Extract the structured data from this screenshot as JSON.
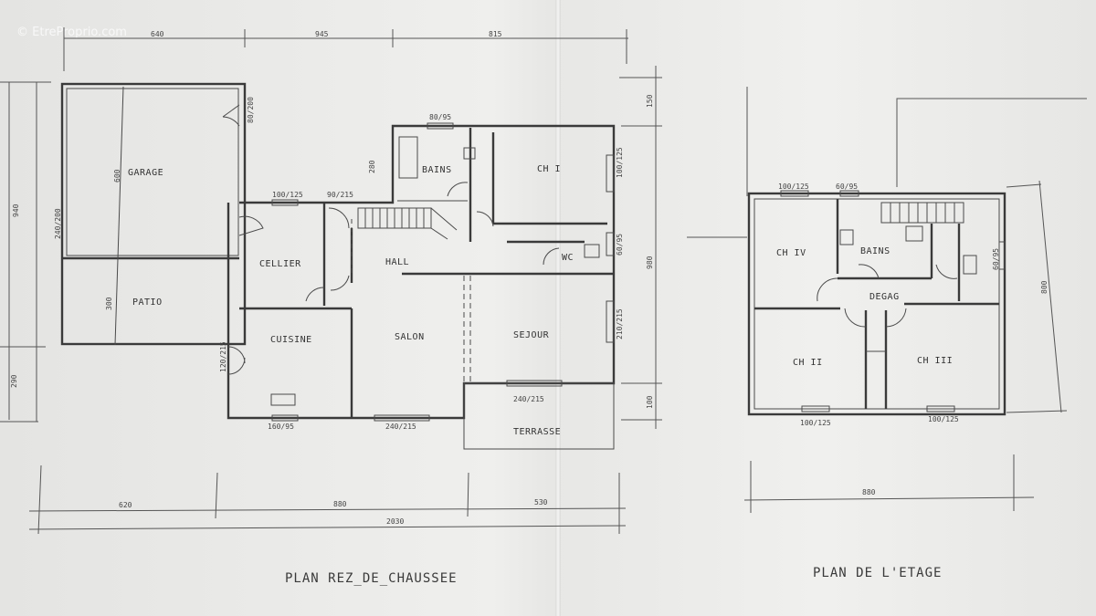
{
  "watermark": "© EtreProprio.com",
  "titles": {
    "ground": "PLAN REZ_DE_CHAUSSEE",
    "upper": "PLAN DE L'ETAGE"
  },
  "rooms": {
    "garage": "GARAGE",
    "patio": "PATIO",
    "cellier": "CELLIER",
    "cuisine": "CUISINE",
    "hall": "HALL",
    "bains": "BAINS",
    "ch1": "CH I",
    "wc": "WC",
    "salon": "SALON",
    "sejour": "SEJOUR",
    "terrasse": "TERRASSE",
    "ch4": "CH IV",
    "bains_up": "BAINS",
    "degag": "DEGAG",
    "ch2": "CH II",
    "ch3": "CH III"
  },
  "dims": {
    "top_640": "640",
    "top_945": "945",
    "top_815": "815",
    "bot_620": "620",
    "bot_880": "880",
    "bot_530": "530",
    "bot_2030": "2030",
    "left_940": "940",
    "left_290": "290",
    "right_150": "150",
    "right_980": "980",
    "right_100": "100",
    "garage_600": "600",
    "patio_300": "300",
    "hall_280": "280",
    "upper_880": "880",
    "upper_800": "800"
  },
  "openings": {
    "o_80_200": "80/200",
    "o_240_200": "240/200",
    "o_80_95": "80/95",
    "o_100_125_a": "100/125",
    "o_90_215": "90/215",
    "o_100_125_ch1": "100/125",
    "o_60_95": "60/95",
    "o_210_215": "210/215",
    "o_120_215": "120/215",
    "o_160_95": "160/95",
    "o_240_215_s": "240/215",
    "o_240_215_t": "240/215",
    "u_100_125_tl": "100/125",
    "u_60_95": "60/95",
    "u_60_95_r": "60/95",
    "u_100_125_bl": "100/125",
    "u_100_125_br": "100/125"
  }
}
